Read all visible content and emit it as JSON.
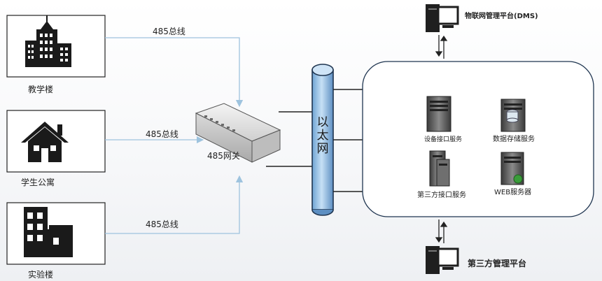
{
  "buildings": {
    "teaching": "教学楼",
    "dorm": "学生公寓",
    "lab": "实验楼"
  },
  "bus_labels": {
    "top": "485总线",
    "middle": "485总线",
    "bottom": "485总线"
  },
  "gateway_label": "485网关",
  "ethernet": {
    "line1": "以",
    "line2": "太",
    "line3": "网"
  },
  "servers": {
    "device_interface": "设备接口服务",
    "data_storage": "数据存储服务",
    "third_party_interface": "第三方接口服务",
    "web_server": "WEB服务器"
  },
  "platforms": {
    "iot": "物联网管理平台(DMS)",
    "third_party": "第三方管理平台"
  },
  "colors": {
    "bus_line": "#9ec3de",
    "pipe": "#9cc4e8",
    "pipe_edge": "#1f3550",
    "box_border": "#222222"
  }
}
